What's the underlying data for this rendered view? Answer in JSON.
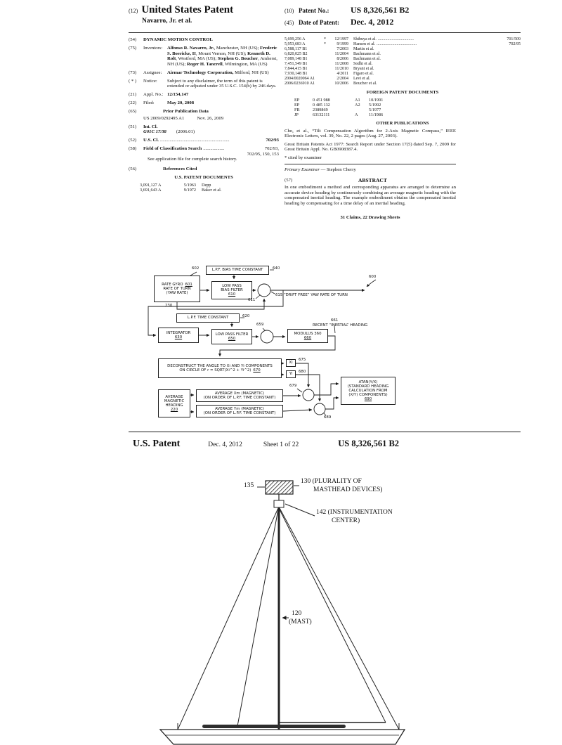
{
  "header": {
    "n12": "(12)",
    "title": "United States Patent",
    "inventor_line": "Navarro, Jr. et al.",
    "n10": "(10)",
    "patent_no_label": "Patent No.:",
    "patent_no": "US 8,326,561 B2",
    "n45": "(45)",
    "date_label": "Date of Patent:",
    "date_value": "Dec. 4, 2012"
  },
  "left": {
    "f54": {
      "n": "(54)",
      "title": "DYNAMIC MOTION CONTROL"
    },
    "f75": {
      "n": "(75)",
      "label": "Inventors:"
    },
    "inventors": [
      {
        "name": "Alfonso R. Navarro, Jr.",
        "loc": ", Manchester, NH (US); "
      },
      {
        "name": "Frederic S. Boericke, II",
        "loc": ", Mount Vernon, NH (US); "
      },
      {
        "name": "Kenneth D. Rolt",
        "loc": ", Westford, MA (US); "
      },
      {
        "name": "Stephen G. Boucher",
        "loc": ", Amherst, NH (US); "
      },
      {
        "name": "Roger H. Tancrell",
        "loc": ", Wilmington, MA (US)"
      }
    ],
    "f73": {
      "n": "(73)",
      "label": "Assignee:",
      "name": "Airmar Technology Corporation,",
      "loc": " Milford, NH (US)"
    },
    "notice": {
      "n": "( * )",
      "label": "Notice:",
      "text": "Subject to any disclaimer, the term of this patent is extended or adjusted under 35 U.S.C. 154(b) by 246 days."
    },
    "f21": {
      "n": "(21)",
      "label": "Appl. No.:",
      "value": "12/154,147"
    },
    "f22": {
      "n": "(22)",
      "label": "Filed:",
      "value": "May 20, 2008"
    },
    "f65": {
      "n": "(65)",
      "label": "Prior Publication Data",
      "value": "US 2009/0292495 A1",
      "date": "Nov. 26, 2009"
    },
    "f51": {
      "n": "(51)",
      "label": "Int. Cl.",
      "cls": "G01C 17/38",
      "ver": "(2006.01)"
    },
    "f52": {
      "n": "(52)",
      "label": "U.S. Cl.",
      "dots": "...........................................................",
      "value": "702/93"
    },
    "f58": {
      "n": "(58)",
      "label": "Field of Classification Search",
      "dots": "..................",
      "v1": "702/93,",
      "v2": "702/95, 150, 153",
      "v3": "See application file for complete search history."
    },
    "f56": {
      "n": "(56)",
      "label": "References Cited"
    },
    "uspd_title": "U.S. PATENT DOCUMENTS",
    "us_citations": [
      {
        "no": "3,091,127 A",
        "date": "5/1963",
        "name": "Depp"
      },
      {
        "no": "3,691,643 A",
        "date": "9/1972",
        "name": "Baker et al."
      }
    ]
  },
  "right": {
    "citations": [
      {
        "no": "5,699,256 A",
        "star": "*",
        "date": "12/1997",
        "name": "Shibuya et al.",
        "dots": "..................................",
        "ref": "701/509"
      },
      {
        "no": "5,953,683 A",
        "star": "*",
        "date": "9/1999",
        "name": "Hansen et al.",
        "dots": "......................................",
        "ref": "702/95"
      },
      {
        "no": "6,588,117 B1",
        "star": "",
        "date": "7/2003",
        "name": "Martin et al.",
        "dots": "",
        "ref": ""
      },
      {
        "no": "6,820,025 B2",
        "star": "",
        "date": "11/2004",
        "name": "Bachmann et al.",
        "dots": "",
        "ref": ""
      },
      {
        "no": "7,089,148 B1",
        "star": "",
        "date": "8/2006",
        "name": "Bachmann et al.",
        "dots": "",
        "ref": ""
      },
      {
        "no": "7,451,549 B1",
        "star": "",
        "date": "11/2008",
        "name": "Sodhi et al.",
        "dots": "",
        "ref": ""
      },
      {
        "no": "7,844,415 B1",
        "star": "",
        "date": "11/2010",
        "name": "Bryant et al.",
        "dots": "",
        "ref": ""
      },
      {
        "no": "7,930,148 B1",
        "star": "",
        "date": "4/2011",
        "name": "Figaro et al.",
        "dots": "",
        "ref": ""
      },
      {
        "no": "2004/0020064 A1",
        "star": "",
        "date": "2/2004",
        "name": "Levi et al.",
        "dots": "",
        "ref": ""
      },
      {
        "no": "2006/0236910 A1",
        "star": "",
        "date": "10/2006",
        "name": "Boucher et al.",
        "dots": "",
        "ref": ""
      }
    ],
    "foreign_title": "FOREIGN PATENT DOCUMENTS",
    "foreign": [
      {
        "cc": "EP",
        "no": "0 451 988",
        "kind": "A1",
        "date": "10/1991"
      },
      {
        "cc": "EP",
        "no": "0 485 132",
        "kind": "A2",
        "date": "5/1992"
      },
      {
        "cc": "FR",
        "no": "2389869",
        "kind": "",
        "date": "5/1977"
      },
      {
        "cc": "JP",
        "no": "63132111",
        "kind": "A",
        "date": "11/1986"
      }
    ],
    "other_title": "OTHER PUBLICATIONS",
    "pub1": "Cho, et al., “Tilt Compensation Algorithm for 2-Axis Magnetic Compass,” IEEE Electronic Letters, vol. 39, No. 22, 2 pages (Aug. 27, 2003).",
    "pub2": "Great Britain Patents Act 1977: Search Report under Section 17(5) dated Sep. 7, 2009 for Great Britain Appl. No. GB0908387.4.",
    "cited_by": "* cited by examiner",
    "examiner_label": "Primary Examiner",
    "examiner_rest": " — Stephen Cherry",
    "abstract_n": "(57)",
    "abstract_title": "ABSTRACT",
    "abstract": "In one embodiment a method and corresponding apparatus are arranged to determine an accurate device heading by continuously combining an average magnetic heading with the compensated inertial heading. The example embodiment obtains the compensated inertial heading by compensating for a time delay of an inertial heading.",
    "claims_line": "31 Claims, 22 Drawing Sheets"
  },
  "diagram": {
    "n600": "600",
    "n602": "602",
    "n640": "640",
    "n230": "230",
    "n611": "611",
    "line615": "615  “DRIFT FREE” YAW RATE OF TURN",
    "n620": "620",
    "n659": "659",
    "n661": "661",
    "recent": "RECENT “INERTIAL” HEADING",
    "n675": "675",
    "n680": "680",
    "n679": "679",
    "n689": "689",
    "lpf_bias": "L.P.F. BIAS TIME CONSTANT",
    "rg1": "RATE GYRO",
    "rg1n": "601",
    "rg2": "RATE OF TURN",
    "rg3": "(YAW RATE)",
    "lpb1": "LOW PASS",
    "lpb2": "BIAS FILTER",
    "lpb_n": "610",
    "lpf_time": "L.P.F. TIME CONSTANT",
    "integ": "INTEGRATOR",
    "integ_n": "630",
    "lpf1": "LOW PASS FILTER",
    "lpf_n": "650",
    "mod": "MODULUS 360",
    "mod_n": "660",
    "dec1": "DECONSTRUCT THE ANGLE TO Xi AND Yi COMPONENTS",
    "dec2": "ON CIRCLE OF r = SQRT(Xi^2 + Yi^2)",
    "dec_n": "670",
    "xi": "Xi",
    "yi": "Yi",
    "am1": "AVERAGE",
    "am2": "MAGNETIC",
    "am3": "HEADING",
    "am_n": "220",
    "ax1": "AVERAGE Xm (MAGNETIC)",
    "ax2": "(ON ORDER OF L.P.F. TIME CONSTANT)",
    "ay1": "AVERAGE Ym (MAGNETIC)",
    "ay2": "(ON ORDER OF L.P.F. TIME CONSTANT)",
    "atan1": "ATAN(Y/X)",
    "atan2": "(STANDARD HEADING",
    "atan3": "CALCULATION FROM",
    "atan4": "(X/Y) COMPONENTS)",
    "atan_n": "690"
  },
  "sheet": {
    "s1": "U.S. Patent",
    "s2": "Dec. 4, 2012",
    "s3": "Sheet 1 of 22",
    "s4": "US 8,326,561 B2"
  },
  "figure": {
    "l135": "135",
    "l130a": "130 (PLURALITY OF",
    "l130b": "MASTHEAD DEVICES)",
    "l142a": "142 (INSTRUMENTATION",
    "l142b": "CENTER)",
    "l120": "120",
    "l120b": "(MAST)"
  }
}
